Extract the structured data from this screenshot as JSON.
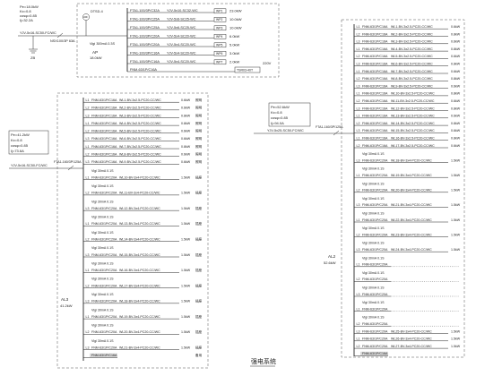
{
  "caption": "强电系统",
  "colors": {
    "line": "#222222",
    "dash": "#555555",
    "shade": "#d9d9d9",
    "ink": "#222222",
    "background": "#ffffff"
  },
  "top_panel": {
    "info": [
      "Pe=18.0kW",
      "Kx=0.8",
      "cosφ=0.85",
      "Ij=32.2A"
    ],
    "incoming_cable": "YJV-5x16-SC50-FC/WC",
    "main_breaker": "NSX100/3P 63A",
    "meter": "DTSD-4",
    "meter_label": "kWh",
    "rcd": "Vigi 300mA 0.3S",
    "name": "AP",
    "power": "18.0kW",
    "ground": "ZB",
    "rows": [
      {
        "breaker": "FTA1-100/3P/C32A",
        "cable": "YJV-5x10-SC32-WC",
        "tag": "WP1",
        "power": "23.0kW"
      },
      {
        "breaker": "FTA1-100/3P/C25A",
        "cable": "YJV-5x6-SC25-WC",
        "tag": "WP2",
        "power": "10.0kW"
      },
      {
        "breaker": "FTA1-100/3P/C25A",
        "cable": "YJV-5x6-SC25-WC",
        "tag": "WP3",
        "power": "10.0kW"
      },
      {
        "breaker": "FTA1-100/3P/C20A",
        "cable": "YJV-5x4-SC20-WC",
        "tag": "WP4",
        "power": "6.0kW"
      },
      {
        "breaker": "FTA1-100/3P/C20A",
        "cable": "YJV-5x4-SC20-WC",
        "tag": "WP5",
        "power": "5.0kW"
      },
      {
        "breaker": "FTA1-100/3P/C16A",
        "cable": "YJV-5x4-SC20-WC",
        "tag": "WP6",
        "power": "3.0kW"
      },
      {
        "breaker": "FTA1-100/3P/C16A",
        "cable": "YJV-5x4-SC20-WC",
        "tag": "WP7",
        "power": "2.0kW"
      }
    ],
    "spare": {
      "breaker": "FNM-63/1P/C16A",
      "device": "TSR03-40T",
      "voltage": "220V"
    }
  },
  "left_panel": {
    "info": [
      "Pe=41.2kW",
      "Kx=0.8",
      "cosφ=0.85",
      "Ij=73.6A"
    ],
    "incoming_cable": "YJV-5x16-SC50-FC/WC",
    "main_breaker": "FTA1-160/3P/125A",
    "name": "AL3",
    "power": "41.2kW",
    "rows": [
      {
        "phase": "L1",
        "breaker": "FNM-63/1P/C16A",
        "cable": "WL1-BV-3x2.5-PC20-CC/WC",
        "power": "0.6kW",
        "use": "照明"
      },
      {
        "phase": "L2",
        "breaker": "FNM-63/1P/C16A",
        "cable": "WL2-BV-3x2.5-PC20-CC/WC",
        "power": "0.6kW",
        "use": "照明"
      },
      {
        "phase": "L3",
        "breaker": "FNM-63/1P/C16A",
        "cable": "WL3-BV-3x2.5-PC20-CC/WC",
        "power": "0.8kW",
        "use": "照明"
      },
      {
        "phase": "L1",
        "breaker": "FNM-63/1P/C16A",
        "cable": "WL4-BV-3x2.5-PC20-CC/WC",
        "power": "0.8kW",
        "use": "照明"
      },
      {
        "phase": "L2",
        "breaker": "FNM-63/1P/C16A",
        "cable": "WL5-BV-3x2.5-PC20-CC/WC",
        "power": "0.6kW",
        "use": "照明"
      },
      {
        "phase": "L3",
        "breaker": "FNM-63/1P/C16A",
        "cable": "WL6-BV-3x2.5-PC20-CC/WC",
        "power": "0.6kW",
        "use": "照明"
      },
      {
        "phase": "L1",
        "breaker": "FNM-63/1P/C16A",
        "cable": "WL7-BV-3x2.5-PC20-CC/WC",
        "power": "0.8kW",
        "use": "照明"
      },
      {
        "phase": "L2",
        "breaker": "FNM-63/1P/C16A",
        "cable": "WL8-BV-3x2.5-PC20-CC/WC",
        "power": "0.6kW",
        "use": "照明"
      },
      {
        "phase": "L3",
        "breaker": "FNM-63/1P/C16A",
        "cable": "WL9-BV-3x2.5-PC20-CC/WC",
        "power": "0.6kW",
        "use": "照明"
      },
      {
        "rcd": "Vigi 30mA 0.1S"
      },
      {
        "phase": "L1",
        "breaker": "FNM-63/1P/C20A",
        "cable": "WL10-BV-3x4-PC20-CC/WC",
        "power": "1.5kW",
        "use": "插座"
      },
      {
        "rcd": "Vigi 30mA 0.1S"
      },
      {
        "phase": "L2",
        "breaker": "FNM-63/1P/C20A",
        "cable": "WL11-BV-3x4-PC20-CC/WC",
        "power": "1.5kW",
        "use": "插座"
      },
      {
        "rcd": "Vigi 30mA 0.1S"
      },
      {
        "phase": "L3",
        "breaker": "FNM-63/1P/C20A",
        "cable": "WL12-BV-3x4-PC20-CC/WC",
        "power": "1.5kW",
        "use": "插座"
      },
      {
        "rcd": "Vigi 30mA 0.1S"
      },
      {
        "phase": "L1",
        "breaker": "FNM-63/1P/C20A",
        "cable": "WL13-BV-3x4-PC20-CC/WC",
        "power": "1.5kW",
        "use": "插座"
      },
      {
        "rcd": "Vigi 30mA 0.1S"
      },
      {
        "phase": "L2",
        "breaker": "FNM-63/1P/C20A",
        "cable": "WL14-BV-3x4-PC20-CC/WC",
        "power": "1.5kW",
        "use": "插座"
      },
      {
        "rcd": "Vigi 30mA 0.1S"
      },
      {
        "phase": "L3",
        "breaker": "FNM-63/1P/C20A",
        "cable": "WL15-BV-3x4-PC20-CC/WC",
        "power": "1.5kW",
        "use": "插座"
      },
      {
        "rcd": "Vigi 30mA 0.1S"
      },
      {
        "phase": "L1",
        "breaker": "FNM-63/1P/C20A",
        "cable": "WL16-BV-3x4-PC20-CC/WC",
        "power": "1.5kW",
        "use": "插座"
      },
      {
        "rcd": "Vigi 30mA 0.1S"
      },
      {
        "phase": "L2",
        "breaker": "FNM-63/1P/C20A",
        "cable": "WL17-BV-3x4-PC20-CC/WC",
        "power": "1.5kW",
        "use": "插座"
      },
      {
        "rcd": "Vigi 30mA 0.1S"
      },
      {
        "phase": "L3",
        "breaker": "FNM-63/1P/C20A",
        "cable": "WL18-BV-3x4-PC20-CC/WC",
        "power": "1.5kW",
        "use": "插座"
      },
      {
        "rcd": "Vigi 30mA 0.1S"
      },
      {
        "phase": "L1",
        "breaker": "FNM-63/1P/C20A",
        "cable": "WL19-BV-3x4-PC20-CC/WC",
        "power": "1.5kW",
        "use": "插座"
      },
      {
        "rcd": "Vigi 30mA 0.1S"
      },
      {
        "phase": "L2",
        "breaker": "FNM-63/1P/C20A",
        "cable": "WL20-BV-3x4-PC20-CC/WC",
        "power": "1.5kW",
        "use": "插座"
      },
      {
        "rcd": "Vigi 30mA 0.1S"
      },
      {
        "phase": "L3",
        "breaker": "FNM-63/1P/C20A",
        "cable": "WL21-BV-3x4-PC20-CC/WC",
        "power": "1.5kW",
        "use": "插座"
      },
      {
        "breaker": "FNM-63/1P/C16A",
        "use": "备用",
        "reserved": true
      }
    ]
  },
  "right_panel": {
    "info": [
      "Pe=52.6kW",
      "Kx=0.8",
      "cosφ=0.85",
      "Ij=94.0A"
    ],
    "incoming_cable": "YJV-5x25-SC50-FC/WC",
    "main_breaker": "FTA1-160/3P/125A",
    "name": "AL2",
    "power": "52.6kW",
    "rows": [
      {
        "phase": "L1",
        "breaker": "FNM-63/1P/C16A",
        "cable": "WL1-BV-3x2.5-PC20-CC/WC",
        "power": "0.6kW"
      },
      {
        "phase": "L2",
        "breaker": "FNM-63/1P/C16A",
        "cable": "WL2-BV-3x2.5-PC20-CC/WC",
        "power": "0.8kW"
      },
      {
        "phase": "L3",
        "breaker": "FNM-63/1P/C16A",
        "cable": "WL3-BV-3x2.5-PC20-CC/WC",
        "power": "0.6kW"
      },
      {
        "phase": "L1",
        "breaker": "FNM-63/1P/C16A",
        "cable": "WL4-BV-3x2.5-PC20-CC/WC",
        "power": "0.8kW"
      },
      {
        "phase": "L2",
        "breaker": "FNM-63/1P/C16A",
        "cable": "WL5-BV-3x2.5-PC20-CC/WC",
        "power": "0.6kW"
      },
      {
        "phase": "L3",
        "breaker": "FNM-63/1P/C16A",
        "cable": "WL6-BV-3x2.5-PC20-CC/WC",
        "power": "0.8kW"
      },
      {
        "phase": "L1",
        "breaker": "FNM-63/1P/C16A",
        "cable": "WL7-BV-3x2.5-PC20-CC/WC",
        "power": "0.6kW"
      },
      {
        "phase": "L2",
        "breaker": "FNM-63/1P/C16A",
        "cable": "WL8-BV-3x2.5-PC20-CC/WC",
        "power": "0.8kW"
      },
      {
        "phase": "L3",
        "breaker": "FNM-63/1P/C16A",
        "cable": "WL9-BV-3x2.5-PC20-CC/WC",
        "power": "0.6kW"
      },
      {
        "phase": "L1",
        "breaker": "FNM-63/1P/C16A",
        "cable": "WL10-BV-3x2.5-PC20-CC/WC",
        "power": "0.8kW"
      },
      {
        "phase": "L2",
        "breaker": "FNM-63/1P/C16A",
        "cable": "WL11-BV-3x2.5-PC20-CC/WC",
        "power": "0.6kW"
      },
      {
        "phase": "L3",
        "breaker": "FNM-63/1P/C16A",
        "cable": "WL12-BV-3x2.5-PC20-CC/WC",
        "power": "0.8kW"
      },
      {
        "phase": "L1",
        "breaker": "FNM-63/1P/C16A",
        "cable": "WL13-BV-3x2.5-PC20-CC/WC",
        "power": "0.6kW"
      },
      {
        "phase": "L2",
        "breaker": "FNM-63/1P/C16A",
        "cable": "WL14-BV-3x2.5-PC20-CC/WC",
        "power": "0.8kW"
      },
      {
        "phase": "L3",
        "breaker": "FNM-63/1P/C16A",
        "cable": "WL15-BV-3x2.5-PC20-CC/WC",
        "power": "0.6kW"
      },
      {
        "phase": "L1",
        "breaker": "FNM-63/1P/C16A",
        "cable": "WL16-BV-3x2.5-PC20-CC/WC",
        "power": "0.8kW"
      },
      {
        "phase": "L2",
        "breaker": "FNM-63/1P/C16A",
        "cable": "WL17-BV-3x2.5-PC20-CC/WC",
        "power": "0.6kW"
      },
      {
        "rcd": "Vigi 30mA 0.1S"
      },
      {
        "phase": "L3",
        "breaker": "FNM-63/1P/C20A",
        "cable": "WL18-BV-3x4-PC20-CC/WC",
        "power": "1.5kW"
      },
      {
        "rcd": "Vigi 30mA 0.1S"
      },
      {
        "phase": "L1",
        "breaker": "FNM-63/1P/C20A",
        "cable": "WL19-BV-3x4-PC20-CC/WC",
        "power": "1.5kW"
      },
      {
        "rcd": "Vigi 30mA 0.1S"
      },
      {
        "phase": "L2",
        "breaker": "FNM-63/1P/C20A",
        "cable": "WL20-BV-3x4-PC20-CC/WC",
        "power": "1.5kW"
      },
      {
        "rcd": "Vigi 30mA 0.1S"
      },
      {
        "phase": "L3",
        "breaker": "FNM-63/1P/C20A",
        "cable": "WL21-BV-3x4-PC20-CC/WC",
        "power": "1.5kW"
      },
      {
        "rcd": "Vigi 30mA 0.1S"
      },
      {
        "phase": "L1",
        "breaker": "FNM-63/1P/C20A",
        "cable": "WL22-BV-3x4-PC20-CC/WC",
        "power": "1.5kW"
      },
      {
        "rcd": "Vigi 30mA 0.1S"
      },
      {
        "phase": "L2",
        "breaker": "FNM-63/1P/C20A",
        "cable": "WL23-BV-3x4-PC20-CC/WC",
        "power": "1.5kW"
      },
      {
        "rcd": "Vigi 30mA 0.1S"
      },
      {
        "phase": "L3",
        "breaker": "FNM-63/1P/C20A",
        "cable": "WL24-BV-3x4-PC20-CC/WC",
        "power": "1.5kW"
      },
      {
        "rcd": "Vigi 30mA 0.1S"
      },
      {
        "phase": "L1",
        "breaker": "FNM-63/1P/C20A",
        "spare": true
      },
      {
        "rcd": "Vigi 30mA 0.1S"
      },
      {
        "phase": "L2",
        "breaker": "FNM-63/1P/C20A",
        "spare": true
      },
      {
        "rcd": "Vigi 30mA 0.1S"
      },
      {
        "phase": "L3",
        "breaker": "FNM-63/1P/C20A",
        "spare": true
      },
      {
        "rcd": "Vigi 30mA 0.1S"
      },
      {
        "phase": "L1",
        "breaker": "FNM-63/1P/C20A",
        "spare": true
      },
      {
        "rcd": "Vigi 30mA 0.1S"
      },
      {
        "phase": "L2",
        "breaker": "FNM-63/1P/C20A",
        "spare": true
      },
      {
        "phase": "L3",
        "breaker": "FNM-63/1P/C20A",
        "cable": "WL25-BV-3x4-PC20-CC/WC",
        "power": "1.5kW"
      },
      {
        "phase": "L1",
        "breaker": "FNM-63/1P/C20A",
        "cable": "WL26-BV-3x4-PC20-CC/WC",
        "power": "1.5kW"
      },
      {
        "phase": "L2",
        "breaker": "FNM-63/1P/C20A",
        "cable": "WL27-BV-3x4-PC20-CC/WC",
        "power": "1.5kW"
      },
      {
        "breaker": "FNM-63/1P/C16A",
        "reserved": true
      }
    ]
  }
}
